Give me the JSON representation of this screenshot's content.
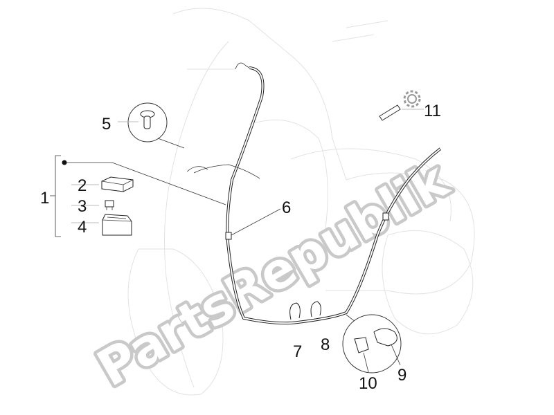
{
  "watermark": "PartsRepublik",
  "colors": {
    "lines": "#222222",
    "watermark": "#c9c9c9",
    "ghost_outline": "#e2e2e2"
  },
  "callouts": [
    {
      "id": "1",
      "label": "1"
    },
    {
      "id": "2",
      "label": "2"
    },
    {
      "id": "3",
      "label": "3"
    },
    {
      "id": "4",
      "label": "4"
    },
    {
      "id": "5",
      "label": "5"
    },
    {
      "id": "6",
      "label": "6"
    },
    {
      "id": "7",
      "label": "7"
    },
    {
      "id": "8",
      "label": "8"
    },
    {
      "id": "9",
      "label": "9"
    },
    {
      "id": "10",
      "label": "10"
    },
    {
      "id": "11",
      "label": "11"
    }
  ],
  "icons": [
    "gear-icon",
    "screw-icon",
    "relay-icon",
    "fuse-icon",
    "battery-icon",
    "clamp-icon",
    "cable-tie-icon"
  ]
}
